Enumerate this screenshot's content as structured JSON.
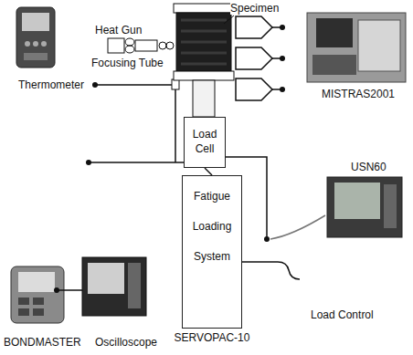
{
  "diagram": {
    "nodes": [
      {
        "text": [
          "Load Cell"
        ]
      },
      {
        "text": [
          "Fatigue Loading System",
          "SERVOPAC-10"
        ]
      }
    ],
    "edges": [
      {
        "from": 0,
        "to": 1,
        "arrow": "none"
      }
    ],
    "labels": [
      "Specimen",
      "Heat Gun",
      "Focusing Tube",
      "Thermometer",
      "MISTRAS2001",
      "USN60",
      "BONDMASTER",
      "Oscilloscope",
      "Load Control"
    ]
  }
}
